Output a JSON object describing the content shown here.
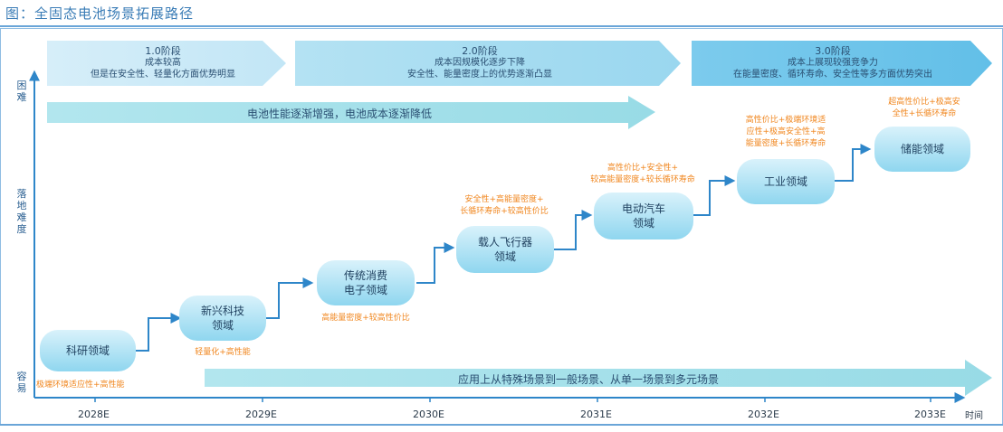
{
  "title": "图：全固态电池场景拓展路径",
  "y_axis": {
    "top": "困难",
    "mid": "落地难度",
    "bottom": "容易"
  },
  "x_axis": {
    "ticks": [
      "2028E",
      "2029E",
      "2030E",
      "2031E",
      "2032E",
      "2033E"
    ],
    "end_label": "时间"
  },
  "phases": [
    {
      "title": "1.0阶段",
      "line1": "成本较高",
      "line2": "但是在安全性、轻量化方面优势明显"
    },
    {
      "title": "2.0阶段",
      "line1": "成本因规模化逐步下降",
      "line2": "安全性、能量密度上的优势逐渐凸显"
    },
    {
      "title": "3.0阶段",
      "line1": "成本上展现较强竞争力",
      "line2": "在能量密度、循环寿命、安全性等多方面优势突出"
    }
  ],
  "banners": {
    "top": "电池性能逐渐增强，电池成本逐渐降低",
    "bottom": "应用上从特殊场景到一般场景、从单一场景到多元场景"
  },
  "nodes": [
    {
      "line1": "科研领域",
      "line2": "",
      "note1": "极端环境适应性+高性能",
      "note2": "",
      "note3": ""
    },
    {
      "line1": "新兴科技",
      "line2": "领域",
      "note1": "轻量化+高性能",
      "note2": "",
      "note3": ""
    },
    {
      "line1": "传统消费",
      "line2": "电子领域",
      "note1": "高能量密度+较高性价比",
      "note2": "",
      "note3": ""
    },
    {
      "line1": "载人飞行器",
      "line2": "领域",
      "note1": "安全性+高能量密度+",
      "note2": "长循环寿命+较高性价比",
      "note3": ""
    },
    {
      "line1": "电动汽车",
      "line2": "领域",
      "note1": "高性价比+安全性+",
      "note2": "较高能量密度+较长循环寿命",
      "note3": ""
    },
    {
      "line1": "工业领域",
      "line2": "",
      "note1": "高性价比+极端环境适",
      "note2": "应性+极高安全性+高",
      "note3": "能量密度+长循环寿命"
    },
    {
      "line1": "储能领域",
      "line2": "",
      "note1": "超高性价比+极高安",
      "note2": "全性+长循环寿命",
      "note3": ""
    }
  ],
  "colors": {
    "title": "#3a7cb6",
    "axis": "#2e86c9",
    "phase_light": "#cfe9f7",
    "phase_mid": "#a8dcf0",
    "phase_dark": "#6cc3e8",
    "banner": "#a6e1ea",
    "node": "#8fd6ef",
    "note": "#f0861e",
    "connector": "#2e86c9"
  }
}
